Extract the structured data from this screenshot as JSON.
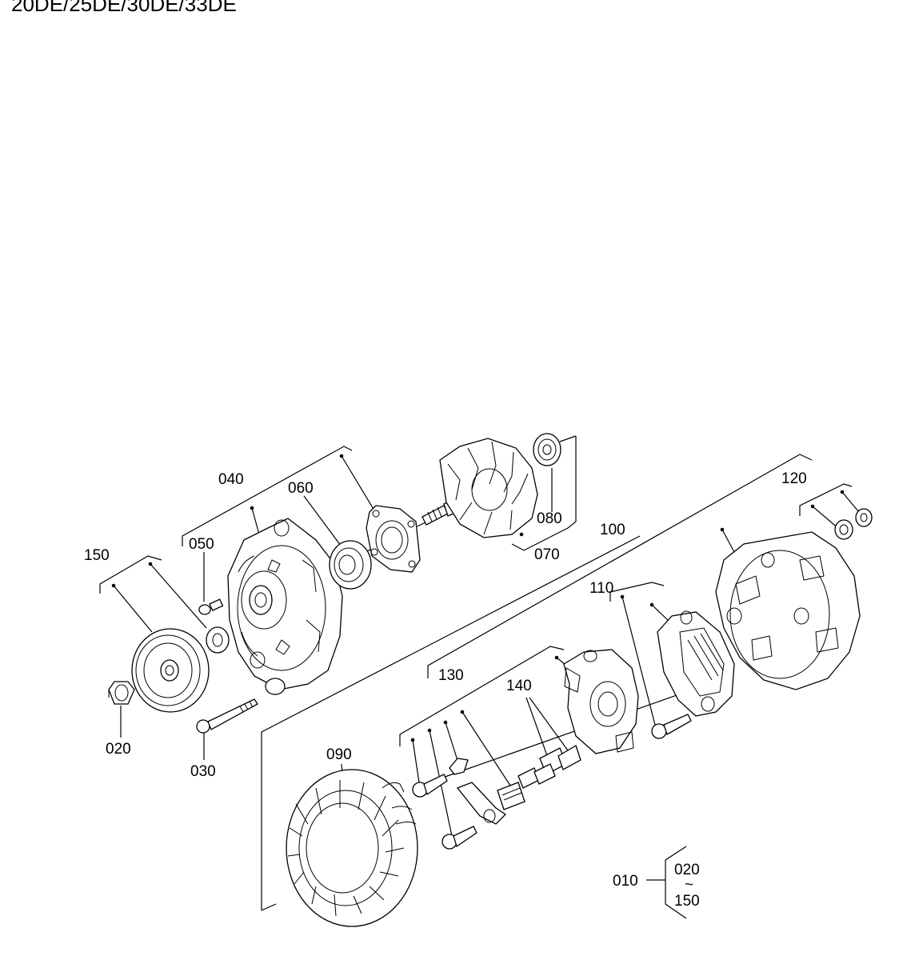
{
  "title": "20DE/25DE/30DE/33DE",
  "callouts": {
    "p010": "010",
    "p020": "020",
    "p030": "030",
    "p040": "040",
    "p050": "050",
    "p060": "060",
    "p070": "070",
    "p080": "080",
    "p090": "090",
    "p100": "100",
    "p110": "110",
    "p120": "120",
    "p130": "130",
    "p140": "140",
    "p150": "150"
  },
  "assembly_note": {
    "parent": "010",
    "range_start": "020",
    "tilde": "~",
    "range_end": "150"
  }
}
